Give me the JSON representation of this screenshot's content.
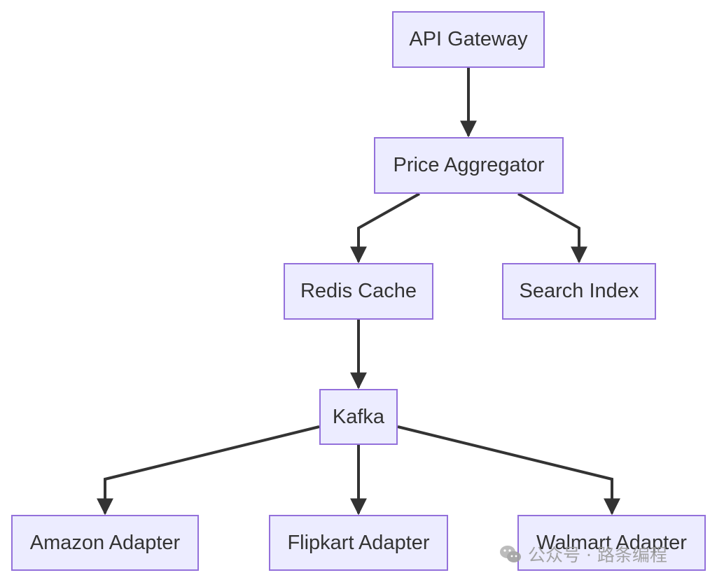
{
  "nodes": {
    "api_gateway": "API Gateway",
    "price_aggregator": "Price Aggregator",
    "redis_cache": "Redis Cache",
    "search_index": "Search Index",
    "kafka": "Kafka",
    "amazon_adapter": "Amazon Adapter",
    "flipkart_adapter": "Flipkart Adapter",
    "walmart_adapter": "Walmart Adapter"
  },
  "edges": [
    {
      "from": "api_gateway",
      "to": "price_aggregator"
    },
    {
      "from": "price_aggregator",
      "to": "redis_cache"
    },
    {
      "from": "price_aggregator",
      "to": "search_index"
    },
    {
      "from": "redis_cache",
      "to": "kafka"
    },
    {
      "from": "kafka",
      "to": "amazon_adapter"
    },
    {
      "from": "kafka",
      "to": "flipkart_adapter"
    },
    {
      "from": "kafka",
      "to": "walmart_adapter"
    }
  ],
  "watermark": {
    "text": "公众号 · 路条编程",
    "icon": "wechat-icon"
  },
  "colors": {
    "node_fill": "#ececff",
    "node_border": "#9370db",
    "edge": "#333333",
    "text": "#333333"
  }
}
